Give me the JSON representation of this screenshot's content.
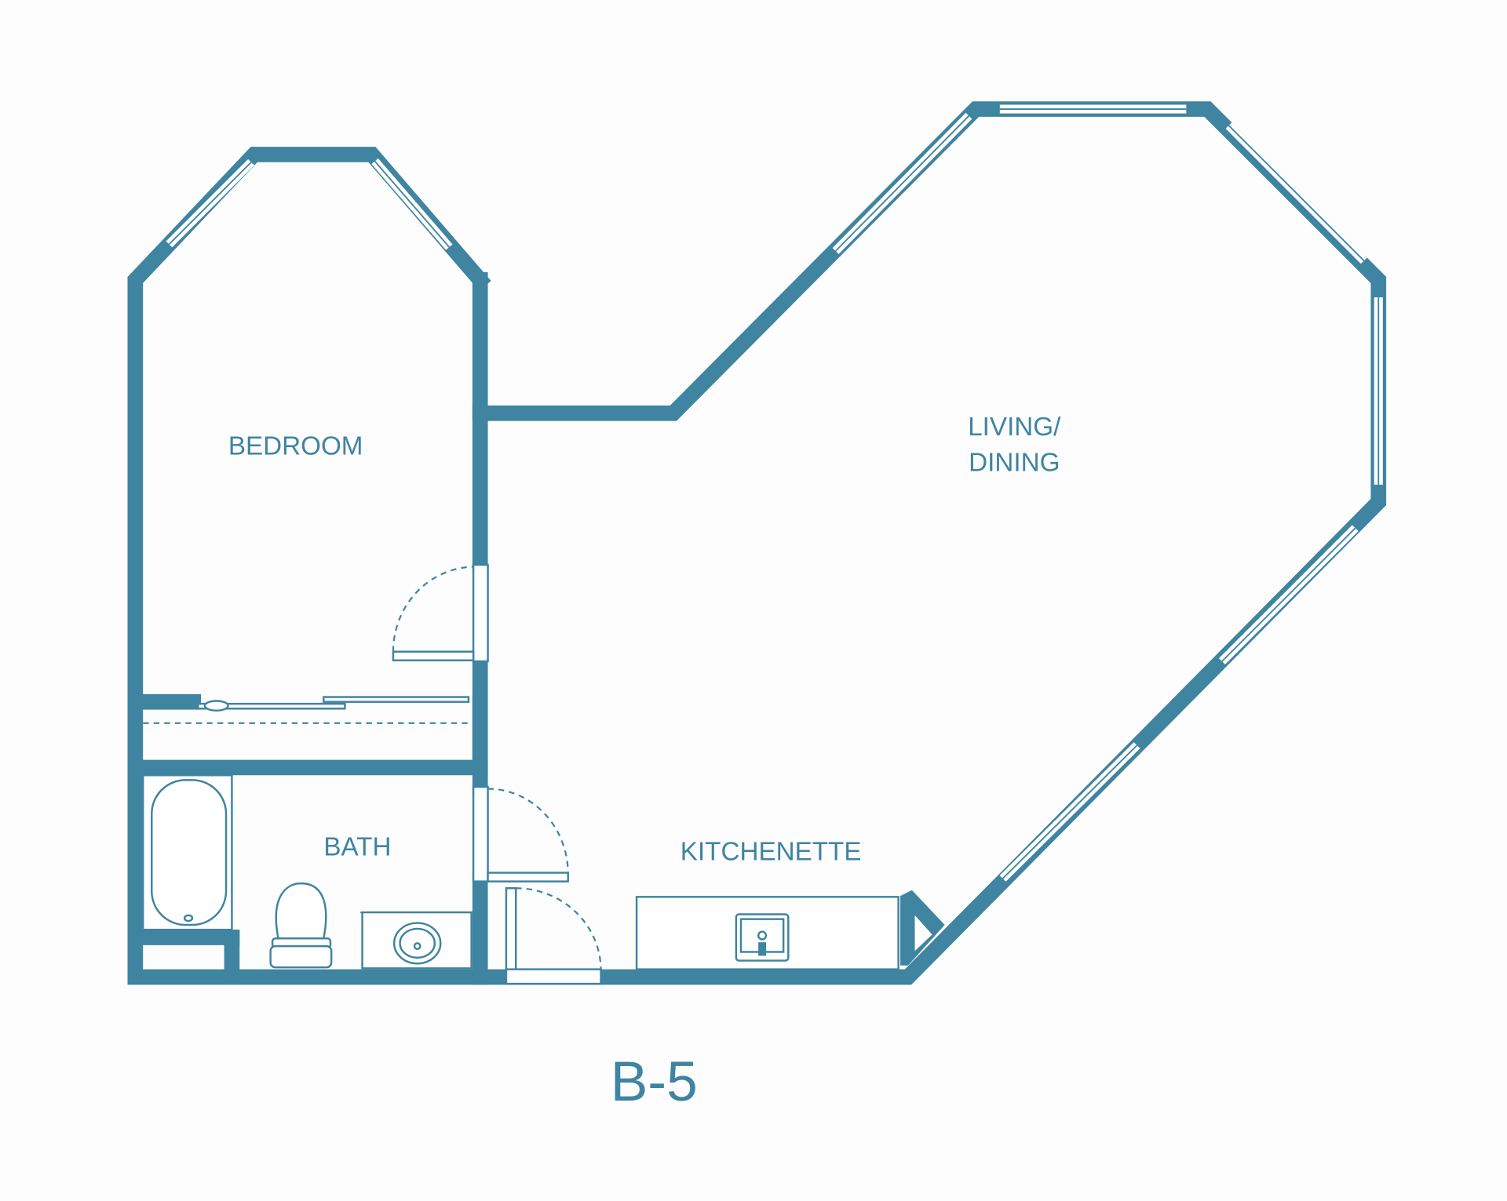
{
  "plan": {
    "unit_name": "B-5",
    "rooms": {
      "bedroom": "BEDROOM",
      "living_line1": "LIVING/",
      "living_line2": "DINING",
      "bath": "BATH",
      "kitchenette": "KITCHENETTE"
    },
    "colors": {
      "wall": "#3f84a0",
      "background": "#fdfdfe"
    }
  }
}
